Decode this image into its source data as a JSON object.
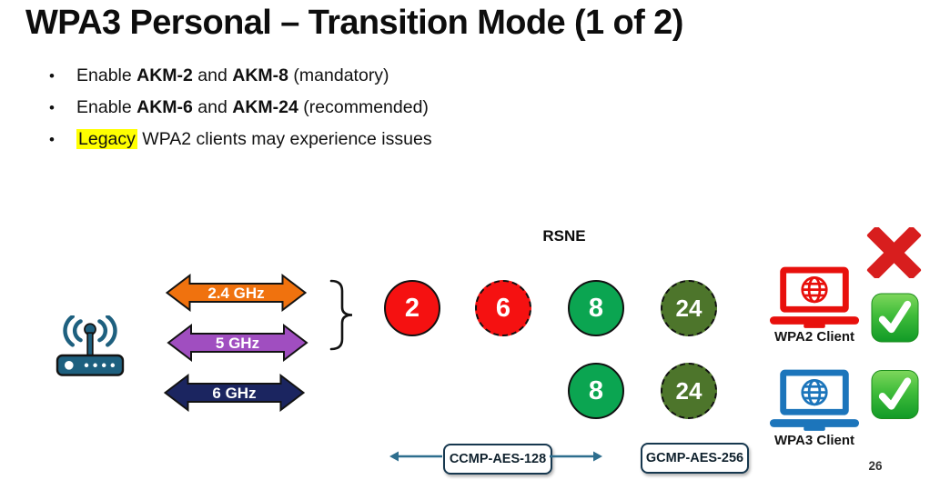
{
  "slide": {
    "title": "WPA3 Personal – Transition Mode (1 of 2)",
    "page_number": "26"
  },
  "bullets": {
    "b1": {
      "t1": "Enable ",
      "s1": "AKM-2",
      "t2": " and ",
      "s2": "AKM-8",
      "t3": " (mandatory)"
    },
    "b2": {
      "t1": "Enable ",
      "s1": "AKM-6",
      "t2": " and ",
      "s2": "AKM-24",
      "t3": " (recommended)"
    },
    "b3": {
      "hl": "Legacy",
      "t1": " WPA2 clients may experience issues"
    }
  },
  "diagram": {
    "rsne_label": "RSNE",
    "bands": [
      {
        "label": "2.4 GHz",
        "color": "#F0720E"
      },
      {
        "label": "5 GHz",
        "color": "#A04EC0"
      },
      {
        "label": "6 GHz",
        "color": "#1B2560"
      }
    ],
    "akm_row1": [
      {
        "value": "2",
        "color": "#F51111",
        "border": "solid"
      },
      {
        "value": "6",
        "color": "#F51111",
        "border": "dashed"
      },
      {
        "value": "8",
        "color": "#0BA551",
        "border": "solid"
      },
      {
        "value": "24",
        "color": "#4D752B",
        "border": "dashed"
      }
    ],
    "akm_row2": [
      {
        "value": "8",
        "color": "#0BA551",
        "border": "solid"
      },
      {
        "value": "24",
        "color": "#4D752B",
        "border": "dashed"
      }
    ],
    "ciphers": [
      {
        "label": "CCMP-AES-128"
      },
      {
        "label": "GCMP-AES-256"
      }
    ],
    "clients": [
      {
        "label": "WPA2 Client",
        "color": "#E8100C"
      },
      {
        "label": "WPA3 Client",
        "color": "#1C75BB"
      }
    ],
    "router_color": "#1E607F",
    "cipher_arrow_color": "#2E6E8E",
    "cross_color": "#D81E1E",
    "check_color": "#2AA52A",
    "highlight_color": "#FFFF00"
  }
}
